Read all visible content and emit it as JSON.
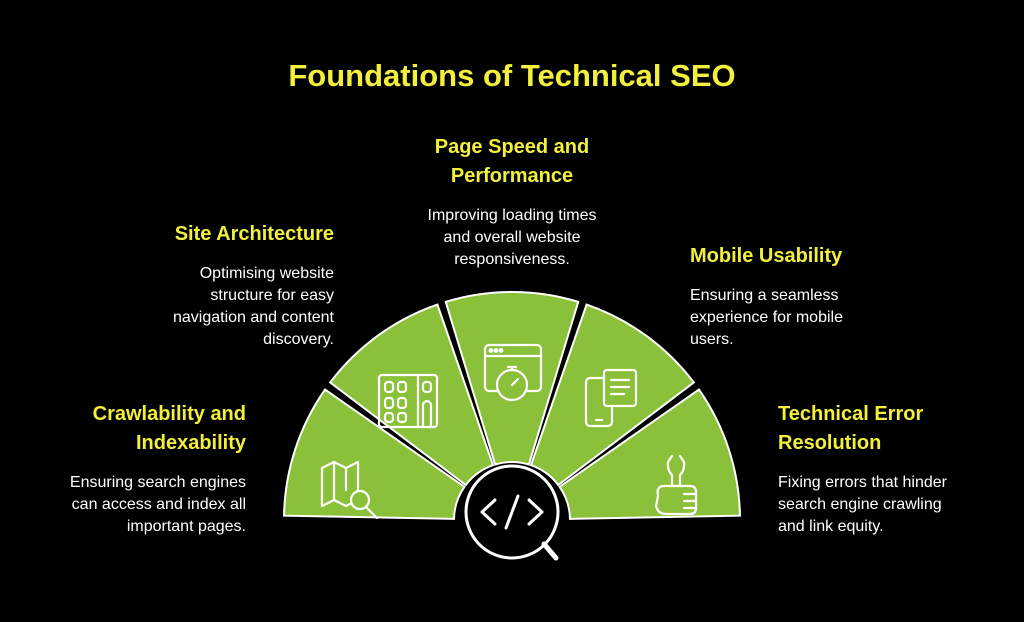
{
  "title": "Foundations of Technical SEO",
  "colors": {
    "background": "#000000",
    "accent": "#f2f03a",
    "segment": "#8bc13a",
    "icon_stroke": "#ffffff"
  },
  "center_icon": "code-search-icon",
  "segments": [
    {
      "title": "Crawlability and\nIndexability",
      "description": "Ensuring search engines\ncan access and index all\nimportant pages.",
      "icon": "map-search-icon"
    },
    {
      "title": "Site Architecture",
      "description": "Optimising website\nstructure for easy\nnavigation and content\ndiscovery.",
      "icon": "building-icon"
    },
    {
      "title": "Page Speed and\nPerformance",
      "description": "Improving loading times\nand overall website\nresponsiveness.",
      "icon": "browser-stopwatch-icon"
    },
    {
      "title": "Mobile Usability",
      "description": "Ensuring a seamless\nexperience for mobile\nusers.",
      "icon": "mobile-document-icon"
    },
    {
      "title": "Technical Error\nResolution",
      "description": "Fixing errors that hinder\nsearch engine crawling\nand link equity.",
      "icon": "wrench-hand-icon"
    }
  ]
}
